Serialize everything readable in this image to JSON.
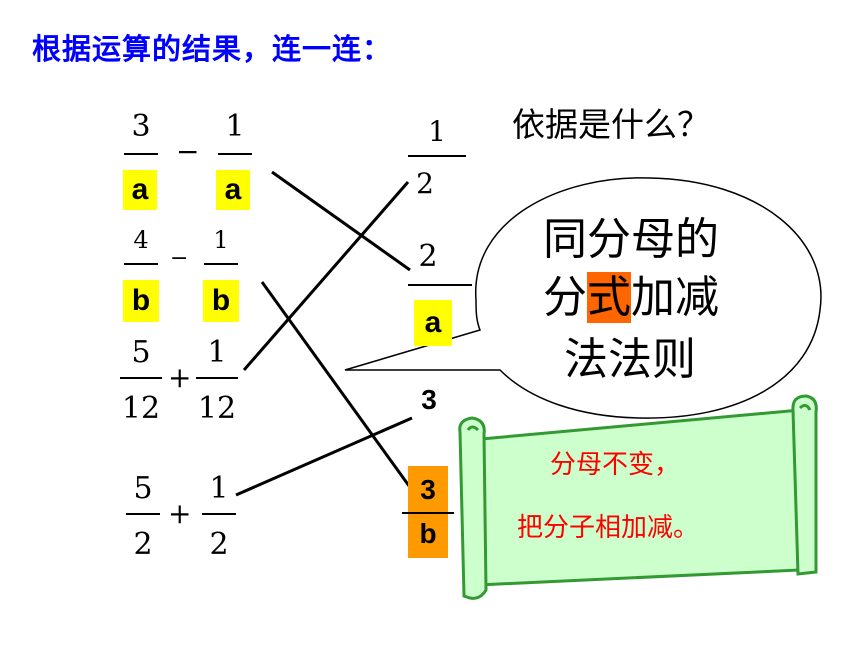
{
  "title": "根据运算的结果，连一连：",
  "question": "依据是什么？",
  "left": [
    {
      "num1": "3",
      "den1": "a",
      "op": "−",
      "num2": "1",
      "den2": "a"
    },
    {
      "num1": "4",
      "den1": "b",
      "op": "−",
      "num2": "1",
      "den2": "b"
    },
    {
      "num1": "5",
      "den1": "12",
      "op": "+",
      "num2": "1",
      "den2": "12"
    },
    {
      "num1": "5",
      "den1": "2",
      "op": "+",
      "num2": "1",
      "den2": "2"
    }
  ],
  "right": [
    {
      "num": "1",
      "den": "2"
    },
    {
      "num": "2",
      "den": "a"
    },
    {
      "whole": "3"
    },
    {
      "num": "3",
      "den": "b"
    }
  ],
  "bubble": {
    "line1": "同分母的",
    "line2_a": "分",
    "line2_b": "式",
    "line2_c": "加减",
    "line3": "法法则"
  },
  "scroll": {
    "line1": "分母不变，",
    "line2": "把分子相加减。"
  },
  "colors": {
    "title": "#0000ff",
    "yellow_highlight": "#ffff00",
    "orange_highlight": "#ff9900",
    "bubble_highlight": "#ff6600",
    "scroll_fill": "#ccffcc",
    "scroll_stroke": "#339933",
    "scroll_text": "#ff0000"
  }
}
